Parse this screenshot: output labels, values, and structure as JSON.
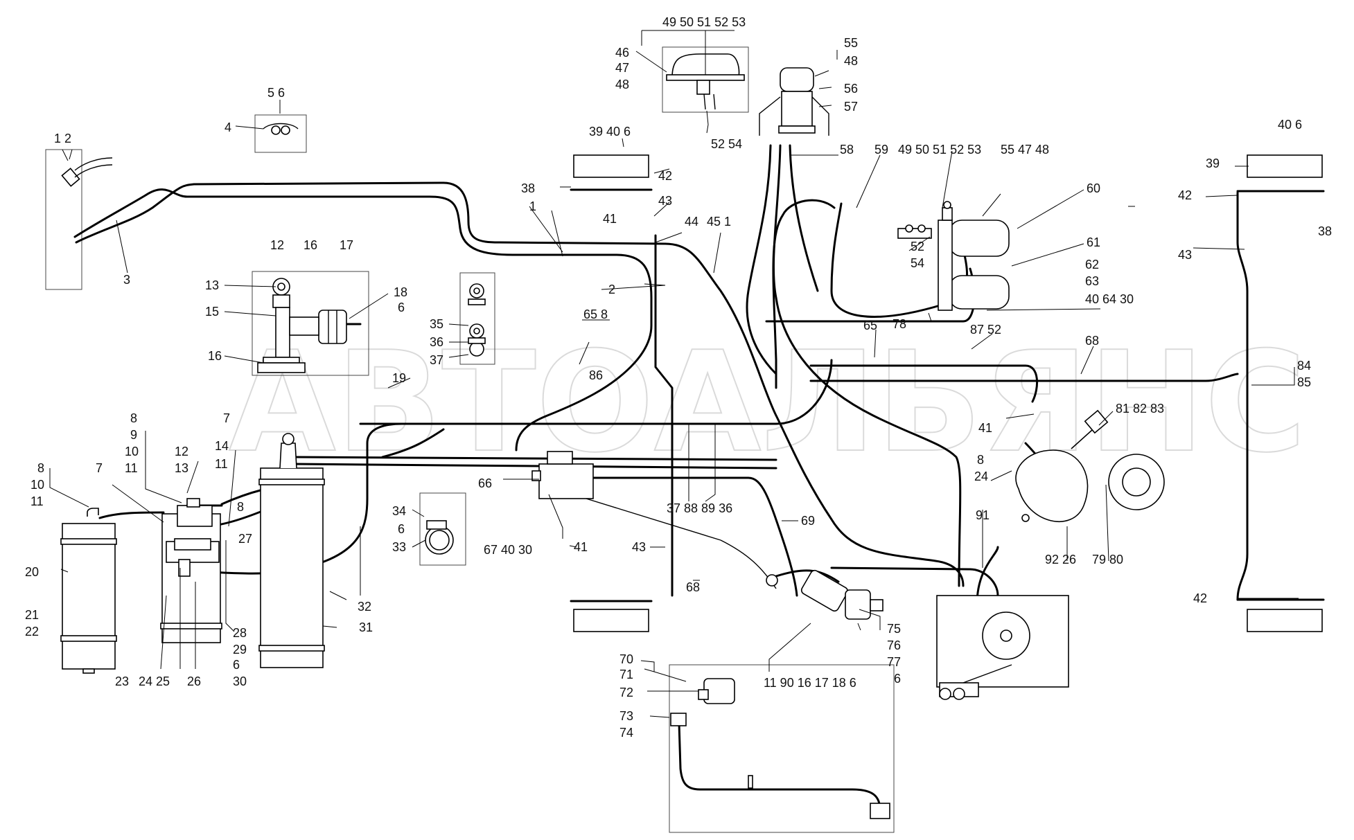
{
  "watermark": "АВТОАЛЬЯНС",
  "callouts": [
    {
      "id": "c-1-2",
      "text": "1 2"
    },
    {
      "id": "c-3",
      "text": "3"
    },
    {
      "id": "c-4",
      "text": "4"
    },
    {
      "id": "c-5-6",
      "text": "5 6"
    },
    {
      "id": "c-12",
      "text": "12"
    },
    {
      "id": "c-16a",
      "text": "16"
    },
    {
      "id": "c-17",
      "text": "17"
    },
    {
      "id": "c-13a",
      "text": "13"
    },
    {
      "id": "c-15",
      "text": "15"
    },
    {
      "id": "c-18",
      "text": "18"
    },
    {
      "id": "c-6a",
      "text": "6"
    },
    {
      "id": "c-16b",
      "text": "16"
    },
    {
      "id": "c-19",
      "text": "19"
    },
    {
      "id": "c-8a",
      "text": "8"
    },
    {
      "id": "c-9",
      "text": "9"
    },
    {
      "id": "c-10a",
      "text": "10"
    },
    {
      "id": "c-11a",
      "text": "11"
    },
    {
      "id": "c-12b",
      "text": "12"
    },
    {
      "id": "c-13b",
      "text": "13"
    },
    {
      "id": "c-7a",
      "text": "7"
    },
    {
      "id": "c-14",
      "text": "14"
    },
    {
      "id": "c-11b",
      "text": "11"
    },
    {
      "id": "c-8b",
      "text": "8"
    },
    {
      "id": "c-10b",
      "text": "10"
    },
    {
      "id": "c-11c",
      "text": "11"
    },
    {
      "id": "c-7b",
      "text": "7"
    },
    {
      "id": "c-8c",
      "text": "8"
    },
    {
      "id": "c-27",
      "text": "27"
    },
    {
      "id": "c-20",
      "text": "20"
    },
    {
      "id": "c-21",
      "text": "21"
    },
    {
      "id": "c-22",
      "text": "22"
    },
    {
      "id": "c-28",
      "text": "28"
    },
    {
      "id": "c-29",
      "text": "29"
    },
    {
      "id": "c-6b",
      "text": "6"
    },
    {
      "id": "c-30a",
      "text": "30"
    },
    {
      "id": "c-23",
      "text": "23"
    },
    {
      "id": "c-24-25",
      "text": "24 25"
    },
    {
      "id": "c-26a",
      "text": "26"
    },
    {
      "id": "c-32",
      "text": "32"
    },
    {
      "id": "c-31",
      "text": "31"
    },
    {
      "id": "c-35",
      "text": "35"
    },
    {
      "id": "c-36a",
      "text": "36"
    },
    {
      "id": "c-37a",
      "text": "37"
    },
    {
      "id": "c-34",
      "text": "34"
    },
    {
      "id": "c-6c",
      "text": "6"
    },
    {
      "id": "c-33",
      "text": "33"
    },
    {
      "id": "c-49-53a",
      "text": "49 50 51 52 53"
    },
    {
      "id": "c-46",
      "text": "46"
    },
    {
      "id": "c-47a",
      "text": "47"
    },
    {
      "id": "c-48a",
      "text": "48"
    },
    {
      "id": "c-52-54a",
      "text": "52 54"
    },
    {
      "id": "c-55a",
      "text": "55"
    },
    {
      "id": "c-48b",
      "text": "48"
    },
    {
      "id": "c-56",
      "text": "56"
    },
    {
      "id": "c-57",
      "text": "57"
    },
    {
      "id": "c-39-40-6",
      "text": "39 40 6"
    },
    {
      "id": "c-38a",
      "text": "38"
    },
    {
      "id": "c-41a",
      "text": "41"
    },
    {
      "id": "c-42a",
      "text": "42"
    },
    {
      "id": "c-43a",
      "text": "43"
    },
    {
      "id": "c-44",
      "text": "44"
    },
    {
      "id": "c-45-1",
      "text": "45 1"
    },
    {
      "id": "c-1b",
      "text": "1"
    },
    {
      "id": "c-2b",
      "text": "2"
    },
    {
      "id": "c-65-8",
      "text": "65 8"
    },
    {
      "id": "c-58",
      "text": "58"
    },
    {
      "id": "c-59",
      "text": "59"
    },
    {
      "id": "c-49-53b",
      "text": "49 50 51 52 53"
    },
    {
      "id": "c-55-47-48",
      "text": "55 47 48"
    },
    {
      "id": "c-60",
      "text": "60"
    },
    {
      "id": "c-61",
      "text": "61"
    },
    {
      "id": "c-62",
      "text": "62"
    },
    {
      "id": "c-63",
      "text": "63"
    },
    {
      "id": "c-40-64-30",
      "text": "40 64 30"
    },
    {
      "id": "c-52b",
      "text": "52"
    },
    {
      "id": "c-54b",
      "text": "54"
    },
    {
      "id": "c-65b",
      "text": "65"
    },
    {
      "id": "c-78",
      "text": "78"
    },
    {
      "id": "c-87-52",
      "text": "87 52"
    },
    {
      "id": "c-40-6b",
      "text": "40 6"
    },
    {
      "id": "c-39b",
      "text": "39"
    },
    {
      "id": "c-42b",
      "text": "42"
    },
    {
      "id": "c-38b",
      "text": "38"
    },
    {
      "id": "c-43b",
      "text": "43"
    },
    {
      "id": "c-68a",
      "text": "68"
    },
    {
      "id": "c-84",
      "text": "84"
    },
    {
      "id": "c-85",
      "text": "85"
    },
    {
      "id": "c-86",
      "text": "86"
    },
    {
      "id": "c-81-83",
      "text": "81 82 83"
    },
    {
      "id": "c-41b",
      "text": "41"
    },
    {
      "id": "c-8d",
      "text": "8"
    },
    {
      "id": "c-24b",
      "text": "24"
    },
    {
      "id": "c-66",
      "text": "66"
    },
    {
      "id": "c-37-88-89-36",
      "text": "37 88 89 36"
    },
    {
      "id": "c-67-40-30",
      "text": "67 40 30"
    },
    {
      "id": "c-69",
      "text": "69"
    },
    {
      "id": "c-91",
      "text": "91"
    },
    {
      "id": "c-92-26",
      "text": "92 26"
    },
    {
      "id": "c-79-80",
      "text": "79 80"
    },
    {
      "id": "c-41c",
      "text": "41"
    },
    {
      "id": "c-43c",
      "text": "43"
    },
    {
      "id": "c-68b",
      "text": "68"
    },
    {
      "id": "c-42c",
      "text": "42"
    },
    {
      "id": "c-75",
      "text": "75"
    },
    {
      "id": "c-76",
      "text": "76"
    },
    {
      "id": "c-77",
      "text": "77"
    },
    {
      "id": "c-6d",
      "text": "6"
    },
    {
      "id": "c-11-bottom",
      "text": "11 90 16 17 18 6"
    },
    {
      "id": "c-70",
      "text": "70"
    },
    {
      "id": "c-71",
      "text": "71"
    },
    {
      "id": "c-72",
      "text": "72"
    },
    {
      "id": "c-73",
      "text": "73"
    },
    {
      "id": "c-74",
      "text": "74"
    }
  ]
}
